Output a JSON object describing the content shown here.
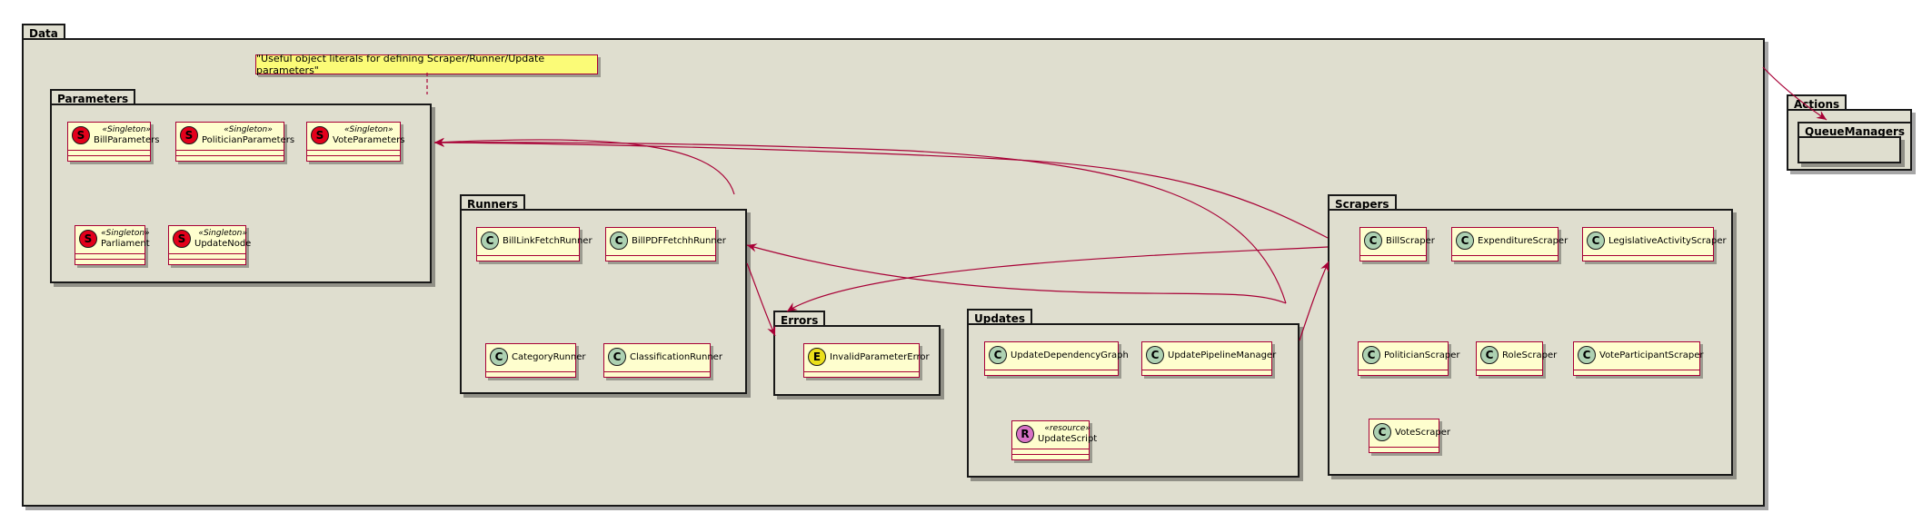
{
  "packages": {
    "data": "Data",
    "parameters": "Parameters",
    "runners": "Runners",
    "errors": "Errors",
    "updates": "Updates",
    "scrapers": "Scrapers",
    "actions": "Actions",
    "queue_managers": "QueueManagers"
  },
  "note": "\"Useful object literals for defining Scraper/Runner/Update parameters\"",
  "stereotypes": {
    "singleton": "«Singleton»",
    "resource": "«resource»"
  },
  "badges": {
    "singleton": "S",
    "class": "C",
    "enum": "E",
    "resource": "R"
  },
  "colors": {
    "package_bg": "#DFDECF",
    "class_bg": "#FEFECE",
    "border": "#A80036",
    "singleton_badge": "#E3001B",
    "class_badge": "#ADD1B2",
    "enum_badge": "#EBE01A",
    "resource_badge": "#D873C6",
    "note_bg": "#FBFB77"
  },
  "parameters": [
    "BillParameters",
    "PoliticianParameters",
    "VoteParameters",
    "Parliament",
    "UpdateNode"
  ],
  "runners": [
    "BillLinkFetchRunner",
    "BillPDFFetchhRunner",
    "CategoryRunner",
    "ClassificationRunner"
  ],
  "errors": [
    "InvalidParameterError"
  ],
  "updates": [
    "UpdateDependencyGraph",
    "UpdatePipelineManager",
    "UpdateScript"
  ],
  "scrapers": [
    "BillScraper",
    "ExpenditureScraper",
    "LegislativeActivityScraper",
    "PoliticianScraper",
    "RoleScraper",
    "VoteParticipantScraper",
    "VoteScraper"
  ]
}
